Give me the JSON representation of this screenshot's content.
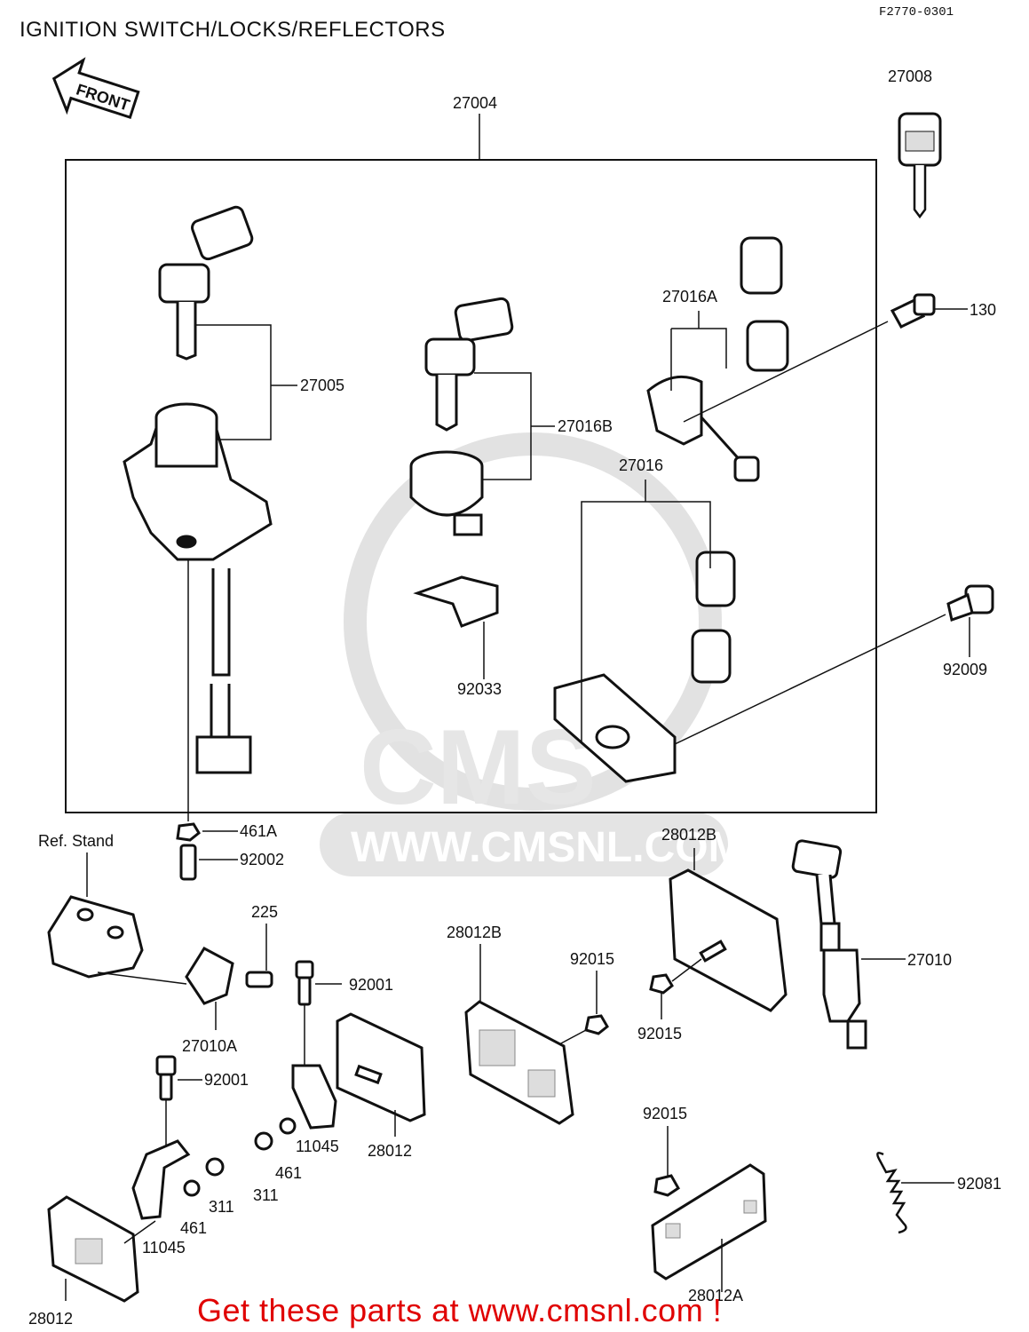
{
  "title": "IGNITION SWITCH/LOCKS/REFLECTORS",
  "figure_code": "F2770-0301",
  "front_label": "FRONT",
  "watermark": {
    "logo": "CMS",
    "url": "WWW.CMSNL.COM"
  },
  "ref_stand": "Ref. Stand",
  "footer": "Get these parts at www.cmsnl.com !",
  "parts": {
    "p27004": "27004",
    "p27008": "27008",
    "p27005": "27005",
    "p27016B": "27016B",
    "p27016A": "27016A",
    "p130": "130",
    "p27016": "27016",
    "p92033": "92033",
    "p92009": "92009",
    "p461A": "461A",
    "p92002": "92002",
    "p28012B_r": "28012B",
    "p225": "225",
    "p92001_a": "92001",
    "p27010A": "27010A",
    "p28012B_m": "28012B",
    "p92015_a": "92015",
    "p92015_b": "92015",
    "p27010": "27010",
    "p92001_b": "92001",
    "p11045_a": "11045",
    "p28012_a": "28012",
    "p461_a": "461",
    "p311_a": "311",
    "p92015_c": "92015",
    "p461_b": "461",
    "p311_b": "311",
    "p11045_b": "11045",
    "p28012_b": "28012",
    "p28012A": "28012A",
    "p92081": "92081"
  }
}
